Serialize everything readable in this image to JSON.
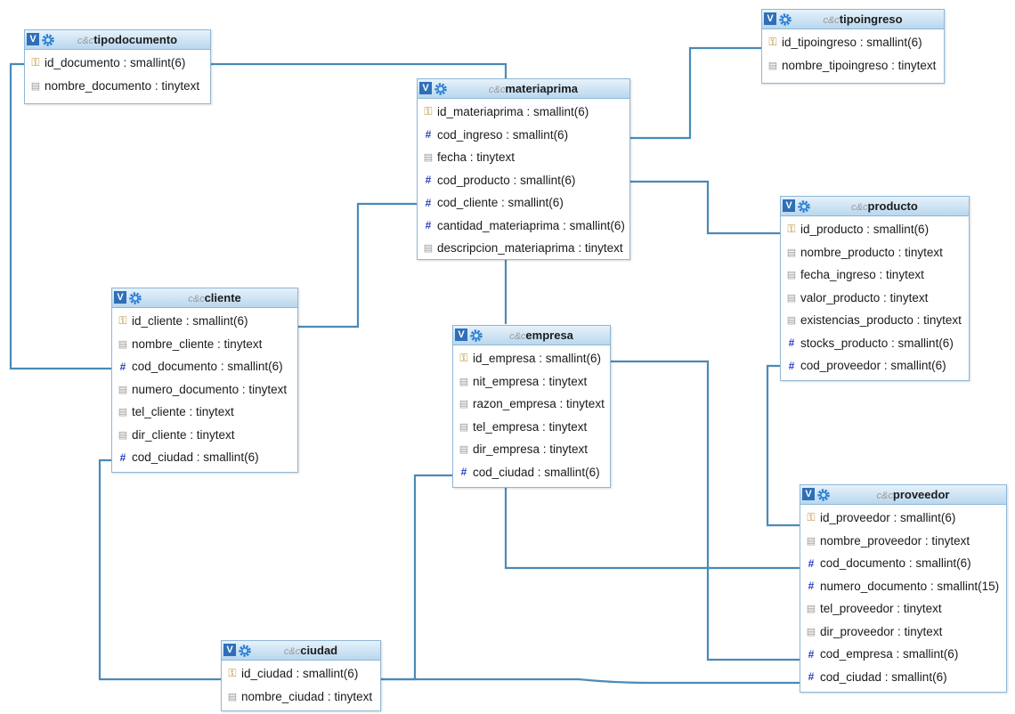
{
  "db_prefix": "c&c",
  "tables": {
    "tipodocumento": {
      "name": "tipodocumento",
      "columns": [
        {
          "icon": "key-icon",
          "label": "id_documento : smallint(6)"
        },
        {
          "icon": "text-icon",
          "label": "nombre_documento : tinytext"
        }
      ]
    },
    "tipoingreso": {
      "name": "tipoingreso",
      "columns": [
        {
          "icon": "key-icon",
          "label": "id_tipoingreso : smallint(6)"
        },
        {
          "icon": "text-icon",
          "label": "nombre_tipoingreso : tinytext"
        }
      ]
    },
    "materiaprima": {
      "name": "materiaprima",
      "columns": [
        {
          "icon": "key-icon",
          "label": "id_materiaprima : smallint(6)"
        },
        {
          "icon": "hash-icon",
          "label": "cod_ingreso : smallint(6)"
        },
        {
          "icon": "text-icon",
          "label": "fecha : tinytext"
        },
        {
          "icon": "hash-icon",
          "label": "cod_producto : smallint(6)"
        },
        {
          "icon": "hash-icon",
          "label": "cod_cliente : smallint(6)"
        },
        {
          "icon": "hash-icon",
          "label": "cantidad_materiaprima : smallint(6)"
        },
        {
          "icon": "text-icon",
          "label": "descripcion_materiaprima : tinytext"
        }
      ]
    },
    "producto": {
      "name": "producto",
      "columns": [
        {
          "icon": "key-icon",
          "label": "id_producto : smallint(6)"
        },
        {
          "icon": "text-icon",
          "label": "nombre_producto : tinytext"
        },
        {
          "icon": "text-icon",
          "label": "fecha_ingreso : tinytext"
        },
        {
          "icon": "text-icon",
          "label": "valor_producto : tinytext"
        },
        {
          "icon": "text-icon",
          "label": "existencias_producto : tinytext"
        },
        {
          "icon": "hash-icon",
          "label": "stocks_producto : smallint(6)"
        },
        {
          "icon": "hash-icon",
          "label": "cod_proveedor : smallint(6)"
        }
      ]
    },
    "cliente": {
      "name": "cliente",
      "columns": [
        {
          "icon": "key-icon",
          "label": "id_cliente : smallint(6)"
        },
        {
          "icon": "text-icon",
          "label": "nombre_cliente : tinytext"
        },
        {
          "icon": "hash-icon",
          "label": "cod_documento : smallint(6)"
        },
        {
          "icon": "text-icon",
          "label": "numero_documento : tinytext"
        },
        {
          "icon": "text-icon",
          "label": "tel_cliente : tinytext"
        },
        {
          "icon": "text-icon",
          "label": "dir_cliente : tinytext"
        },
        {
          "icon": "hash-icon",
          "label": "cod_ciudad : smallint(6)"
        }
      ]
    },
    "empresa": {
      "name": "empresa",
      "columns": [
        {
          "icon": "key-icon",
          "label": "id_empresa : smallint(6)"
        },
        {
          "icon": "text-icon",
          "label": "nit_empresa : tinytext"
        },
        {
          "icon": "text-icon",
          "label": "razon_empresa : tinytext"
        },
        {
          "icon": "text-icon",
          "label": "tel_empresa : tinytext"
        },
        {
          "icon": "text-icon",
          "label": "dir_empresa : tinytext"
        },
        {
          "icon": "hash-icon",
          "label": "cod_ciudad : smallint(6)"
        }
      ]
    },
    "proveedor": {
      "name": "proveedor",
      "columns": [
        {
          "icon": "key-icon",
          "label": "id_proveedor : smallint(6)"
        },
        {
          "icon": "text-icon",
          "label": "nombre_proveedor : tinytext"
        },
        {
          "icon": "hash-icon",
          "label": "cod_documento : smallint(6)"
        },
        {
          "icon": "hash-icon",
          "label": "numero_documento : smallint(15)"
        },
        {
          "icon": "text-icon",
          "label": "tel_proveedor : tinytext"
        },
        {
          "icon": "text-icon",
          "label": "dir_proveedor : tinytext"
        },
        {
          "icon": "hash-icon",
          "label": "cod_empresa : smallint(6)"
        },
        {
          "icon": "hash-icon",
          "label": "cod_ciudad : smallint(6)"
        }
      ]
    },
    "ciudad": {
      "name": "ciudad",
      "columns": [
        {
          "icon": "key-icon",
          "label": "id_ciudad : smallint(6)"
        },
        {
          "icon": "text-icon",
          "label": "nombre_ciudad : tinytext"
        }
      ]
    }
  },
  "relations": [
    {
      "from": "tipodocumento.id_documento",
      "to": "cliente.cod_documento"
    },
    {
      "from": "tipodocumento.id_documento",
      "to": "materiaprima"
    },
    {
      "from": "tipoingreso.id_tipoingreso",
      "to": "materiaprima.cod_ingreso"
    },
    {
      "from": "producto.id_producto",
      "to": "materiaprima.cod_producto"
    },
    {
      "from": "cliente.id_cliente",
      "to": "materiaprima.cod_cliente"
    },
    {
      "from": "ciudad.id_ciudad",
      "to": "cliente.cod_ciudad"
    },
    {
      "from": "ciudad.id_ciudad",
      "to": "empresa.cod_ciudad"
    },
    {
      "from": "ciudad.id_ciudad",
      "to": "proveedor.cod_ciudad"
    },
    {
      "from": "empresa.id_empresa",
      "to": "proveedor.cod_empresa"
    },
    {
      "from": "proveedor.id_proveedor",
      "to": "producto.cod_proveedor"
    },
    {
      "from": "materiaprima",
      "to": "proveedor.cod_documento"
    }
  ],
  "colors": {
    "link": "#4a8ab8",
    "header": "#b9d7ee",
    "border": "#8fb7d6",
    "v_badge": "#2f6fb8"
  }
}
